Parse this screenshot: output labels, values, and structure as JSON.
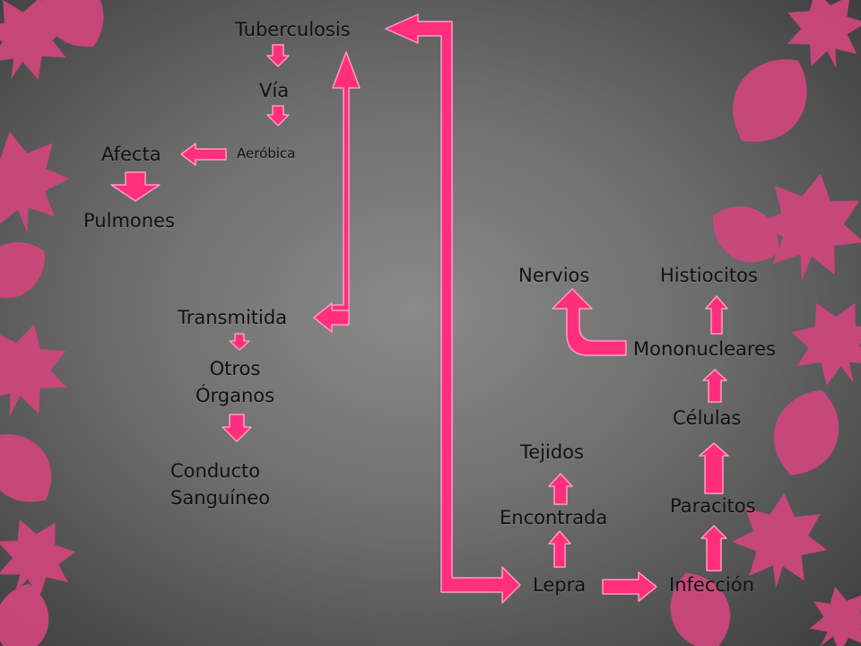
{
  "nodes": {
    "tuberculosis": "Tuberculosis",
    "via": "Vía",
    "aerobica": "Aeróbica",
    "afecta": "Afecta",
    "pulmones": "Pulmones",
    "transmitida": "Transmitida",
    "otros_organos": "Otros\nÓrganos",
    "conducto_sanguineo": "Conducto\nSanguíneo",
    "nervios": "Nervios",
    "histiocitos": "Histiocitos",
    "mononucleares": "Mononucleares",
    "celulas": "Células",
    "tejidos": "Tejidos",
    "paracitos": "Paracitos",
    "encontrada": "Encontrada",
    "lepra": "Lepra",
    "infeccion": "Infección"
  },
  "colors": {
    "arrow_fill": "#ff2f7d",
    "arrow_stroke": "#ff9dc2",
    "leaf": "#d0467c",
    "text": "#111111"
  },
  "decorations": [
    "leaf-pattern-left",
    "leaf-pattern-right"
  ]
}
